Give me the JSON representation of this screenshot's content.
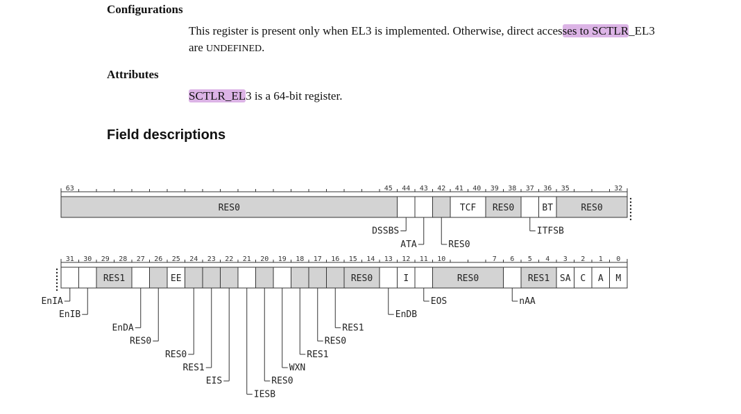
{
  "sections": {
    "configurations": {
      "heading": "Configurations",
      "line1_a": "This register is present only when EL3 is implemented. Otherwise, direct acces",
      "line1_hl": "ses to SCTLR",
      "line1_b": "_EL3",
      "line2_a": "are ",
      "line2_sc": "UNDEFINED",
      "line2_b": "."
    },
    "attributes": {
      "heading": "Attributes",
      "hl": "SCTLR_EL",
      "rest": "3 is a 64-bit register."
    },
    "field_descriptions": {
      "heading": "Field descriptions"
    }
  },
  "colors": {
    "reserved_fill": "#d3d3d3",
    "highlight": "#dcb4e6",
    "line": "#333333"
  },
  "register_diagram": {
    "upper_row": {
      "bit_labels": [
        {
          "bit": 63,
          "text": "63"
        },
        {
          "bit": 45,
          "text": "45"
        },
        {
          "bit": 44,
          "text": "44"
        },
        {
          "bit": 43,
          "text": "43"
        },
        {
          "bit": 42,
          "text": "42"
        },
        {
          "bit": 41,
          "text": "41"
        },
        {
          "bit": 40,
          "text": "40"
        },
        {
          "bit": 39,
          "text": "39"
        },
        {
          "bit": 38,
          "text": "38"
        },
        {
          "bit": 37,
          "text": "37"
        },
        {
          "bit": 36,
          "text": "36"
        },
        {
          "bit": 35,
          "text": "35"
        },
        {
          "bit": 32,
          "text": "32"
        }
      ],
      "fields": [
        {
          "hi": 63,
          "lo": 45,
          "label": "RES0",
          "shaded": true
        },
        {
          "hi": 44,
          "lo": 44,
          "label": "",
          "shaded": false
        },
        {
          "hi": 43,
          "lo": 43,
          "label": "",
          "shaded": false
        },
        {
          "hi": 42,
          "lo": 42,
          "label": "",
          "shaded": true
        },
        {
          "hi": 41,
          "lo": 40,
          "label": "TCF",
          "shaded": false
        },
        {
          "hi": 39,
          "lo": 38,
          "label": "RES0",
          "shaded": true
        },
        {
          "hi": 37,
          "lo": 37,
          "label": "",
          "shaded": false
        },
        {
          "hi": 36,
          "lo": 36,
          "label": "BT",
          "shaded": false
        },
        {
          "hi": 35,
          "lo": 32,
          "label": "RES0",
          "shaded": true
        }
      ],
      "callouts": [
        {
          "bit": 44,
          "label": "DSSBS",
          "side": "left",
          "level": 1
        },
        {
          "bit": 43,
          "label": "ATA",
          "side": "left",
          "level": 2
        },
        {
          "bit": 42,
          "label": "RES0",
          "side": "right",
          "level": 2
        },
        {
          "bit": 37,
          "label": "ITFSB",
          "side": "right",
          "level": 1
        }
      ]
    },
    "lower_row": {
      "bit_labels": [
        {
          "bit": 31,
          "text": "31"
        },
        {
          "bit": 30,
          "text": "30"
        },
        {
          "bit": 29,
          "text": "29"
        },
        {
          "bit": 28,
          "text": "28"
        },
        {
          "bit": 27,
          "text": "27"
        },
        {
          "bit": 26,
          "text": "26"
        },
        {
          "bit": 25,
          "text": "25"
        },
        {
          "bit": 24,
          "text": "24"
        },
        {
          "bit": 23,
          "text": "23"
        },
        {
          "bit": 22,
          "text": "22"
        },
        {
          "bit": 21,
          "text": "21"
        },
        {
          "bit": 20,
          "text": "20"
        },
        {
          "bit": 19,
          "text": "19"
        },
        {
          "bit": 18,
          "text": "18"
        },
        {
          "bit": 17,
          "text": "17"
        },
        {
          "bit": 16,
          "text": "16"
        },
        {
          "bit": 15,
          "text": "15"
        },
        {
          "bit": 14,
          "text": "14"
        },
        {
          "bit": 13,
          "text": "13"
        },
        {
          "bit": 12,
          "text": "12"
        },
        {
          "bit": 11,
          "text": "11"
        },
        {
          "bit": 10,
          "text": "10"
        },
        {
          "bit": 7,
          "text": "7"
        },
        {
          "bit": 6,
          "text": "6"
        },
        {
          "bit": 5,
          "text": "5"
        },
        {
          "bit": 4,
          "text": "4"
        },
        {
          "bit": 3,
          "text": "3"
        },
        {
          "bit": 2,
          "text": "2"
        },
        {
          "bit": 1,
          "text": "1"
        },
        {
          "bit": 0,
          "text": "0"
        }
      ],
      "fields": [
        {
          "hi": 31,
          "lo": 31,
          "label": "",
          "shaded": false
        },
        {
          "hi": 30,
          "lo": 30,
          "label": "",
          "shaded": false
        },
        {
          "hi": 29,
          "lo": 28,
          "label": "RES1",
          "shaded": true
        },
        {
          "hi": 27,
          "lo": 27,
          "label": "",
          "shaded": false
        },
        {
          "hi": 26,
          "lo": 26,
          "label": "",
          "shaded": true
        },
        {
          "hi": 25,
          "lo": 25,
          "label": "EE",
          "shaded": false
        },
        {
          "hi": 24,
          "lo": 24,
          "label": "",
          "shaded": true
        },
        {
          "hi": 23,
          "lo": 23,
          "label": "",
          "shaded": true
        },
        {
          "hi": 22,
          "lo": 22,
          "label": "",
          "shaded": true
        },
        {
          "hi": 21,
          "lo": 21,
          "label": "",
          "shaded": false
        },
        {
          "hi": 20,
          "lo": 20,
          "label": "",
          "shaded": true
        },
        {
          "hi": 19,
          "lo": 19,
          "label": "",
          "shaded": false
        },
        {
          "hi": 18,
          "lo": 18,
          "label": "",
          "shaded": true
        },
        {
          "hi": 17,
          "lo": 17,
          "label": "",
          "shaded": true
        },
        {
          "hi": 16,
          "lo": 16,
          "label": "",
          "shaded": true
        },
        {
          "hi": 15,
          "lo": 14,
          "label": "RES0",
          "shaded": true
        },
        {
          "hi": 13,
          "lo": 13,
          "label": "",
          "shaded": false
        },
        {
          "hi": 12,
          "lo": 12,
          "label": "I",
          "shaded": false
        },
        {
          "hi": 11,
          "lo": 11,
          "label": "",
          "shaded": false
        },
        {
          "hi": 10,
          "lo": 7,
          "label": "RES0",
          "shaded": true
        },
        {
          "hi": 6,
          "lo": 6,
          "label": "",
          "shaded": false
        },
        {
          "hi": 5,
          "lo": 4,
          "label": "RES1",
          "shaded": true
        },
        {
          "hi": 3,
          "lo": 3,
          "label": "SA",
          "shaded": false
        },
        {
          "hi": 2,
          "lo": 2,
          "label": "C",
          "shaded": false
        },
        {
          "hi": 1,
          "lo": 1,
          "label": "A",
          "shaded": false
        },
        {
          "hi": 0,
          "lo": 0,
          "label": "M",
          "shaded": false
        }
      ],
      "callouts": [
        {
          "bit": 31,
          "label": "EnIA",
          "side": "left",
          "level": 0
        },
        {
          "bit": 30,
          "label": "EnIB",
          "side": "left",
          "level": 1
        },
        {
          "bit": 27,
          "label": "EnDA",
          "side": "left",
          "level": 2
        },
        {
          "bit": 26,
          "label": "RES0",
          "side": "left",
          "level": 3
        },
        {
          "bit": 24,
          "label": "RES0",
          "side": "left",
          "level": 4
        },
        {
          "bit": 23,
          "label": "RES1",
          "side": "left",
          "level": 5
        },
        {
          "bit": 22,
          "label": "EIS",
          "side": "left",
          "level": 6
        },
        {
          "bit": 21,
          "label": "IESB",
          "side": "right",
          "level": 7
        },
        {
          "bit": 20,
          "label": "RES0",
          "side": "right",
          "level": 6
        },
        {
          "bit": 19,
          "label": "WXN",
          "side": "right",
          "level": 5
        },
        {
          "bit": 18,
          "label": "RES1",
          "side": "right",
          "level": 4
        },
        {
          "bit": 17,
          "label": "RES0",
          "side": "right",
          "level": 3
        },
        {
          "bit": 16,
          "label": "RES1",
          "side": "right",
          "level": 2
        },
        {
          "bit": 13,
          "label": "EnDB",
          "side": "right",
          "level": 1
        },
        {
          "bit": 11,
          "label": "EOS",
          "side": "right",
          "level": 0
        },
        {
          "bit": 6,
          "label": "nAA",
          "side": "right",
          "level": 0
        }
      ]
    }
  }
}
